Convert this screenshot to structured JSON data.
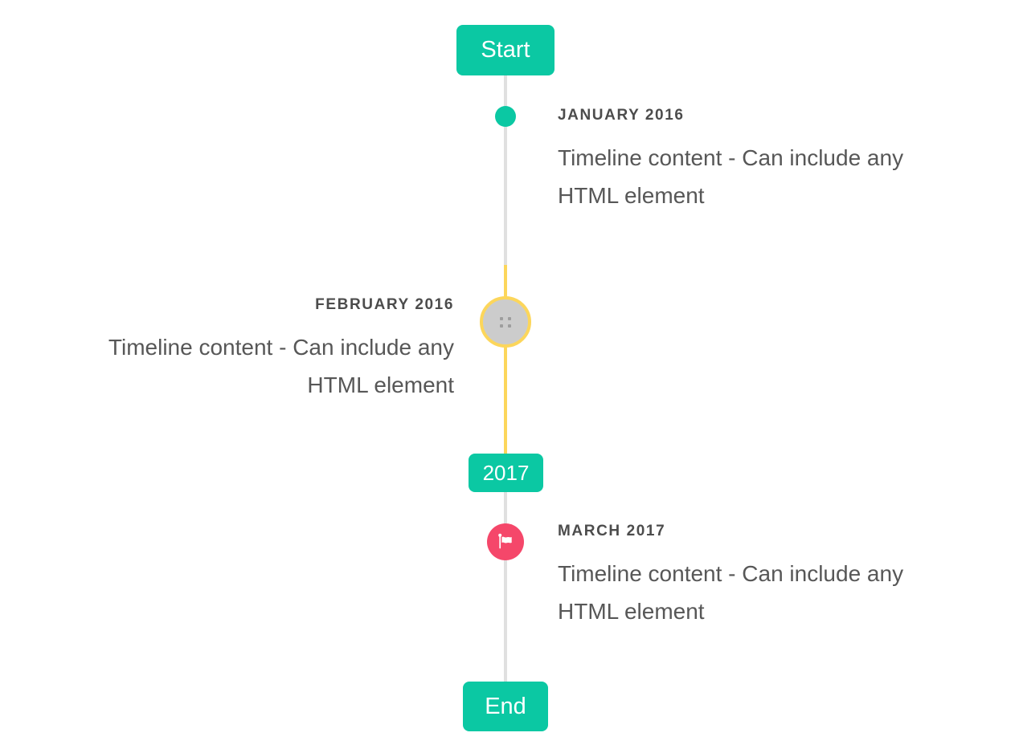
{
  "timeline": {
    "start_label": "Start",
    "end_label": "End",
    "year_badge": "2017",
    "entries": [
      {
        "heading": "JANUARY 2016",
        "content": "Timeline content - Can include any HTML element",
        "side": "right",
        "marker": "teal-dot"
      },
      {
        "heading": "FEBRUARY 2016",
        "content": "Timeline content - Can include any HTML element",
        "side": "left",
        "marker": "gray-drag-circle-with-yellow-ring"
      },
      {
        "heading": "MARCH 2017",
        "content": "Timeline content - Can include any HTML element",
        "side": "right",
        "marker": "red-flag-dot"
      }
    ],
    "icons": {
      "february_marker": "drag-dots-icon",
      "march_marker": "flag-icon"
    },
    "colors": {
      "accent_teal": "#0bc8a3",
      "line_gray": "#e0e0e0",
      "highlight_yellow": "#fcd65b",
      "marker_gray_fill": "#cccccc",
      "flag_red": "#f5476a",
      "heading_text": "#4c4c4c",
      "body_text": "#575757",
      "badge_text": "#ffffff"
    }
  }
}
